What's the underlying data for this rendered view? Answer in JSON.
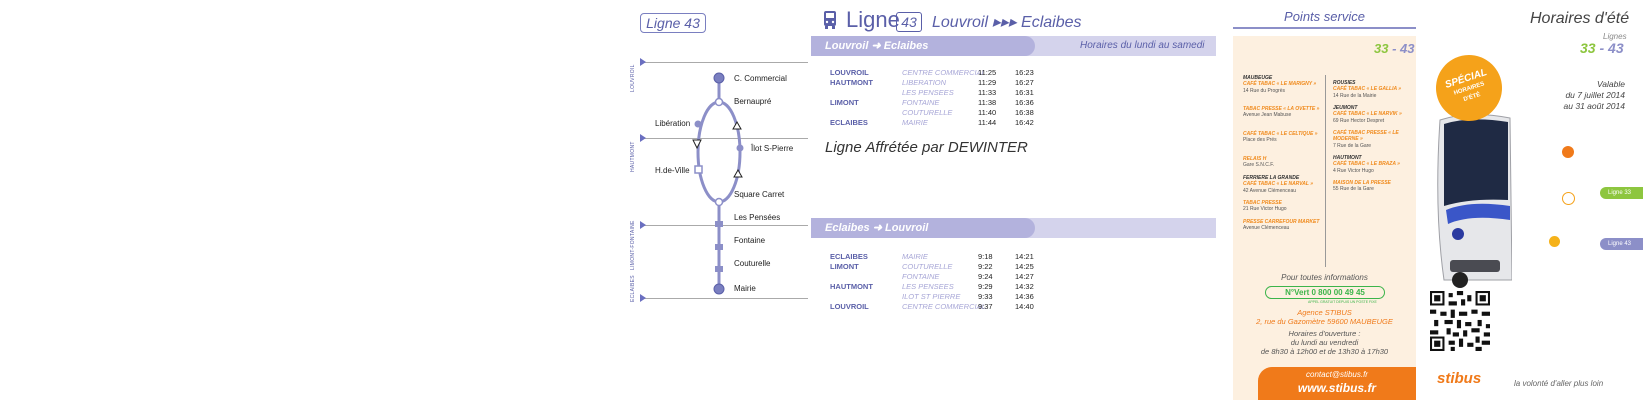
{
  "map": {
    "tag": "Ligne 43",
    "zones": [
      "LOUVROIL",
      "HAUTMONT",
      "LIMONT-FONTAINE",
      "ECLAIBES"
    ],
    "stops": [
      "C. Commercial",
      "Bernaupré",
      "Libération",
      "Îlot S-Pierre",
      "H.de-Ville",
      "Square Carret",
      "Les Pensées",
      "Fontaine",
      "Couturelle",
      "Mairie"
    ]
  },
  "timetable": {
    "title": "Ligne",
    "line_num": "43",
    "route": "Louvroil ▸▸▸ Eclaibes",
    "days": "Horaires du lundi au samedi",
    "dir1": "Louvroil ➜ Eclaibes",
    "dir2": "Eclaibes ➜ Louvroil",
    "affretee": "Ligne Affrétée par DEWINTER",
    "rows1": [
      {
        "town": "LOUVROIL",
        "stop": "CENTRE COMMERCIAL",
        "t1": "11:25",
        "t2": "16:23"
      },
      {
        "town": "HAUTMONT",
        "stop": "LIBERATION",
        "t1": "11:29",
        "t2": "16:27"
      },
      {
        "town": "",
        "stop": "LES PENSEES",
        "t1": "11:33",
        "t2": "16:31"
      },
      {
        "town": "LIMONT",
        "stop": "FONTAINE",
        "t1": "11:38",
        "t2": "16:36"
      },
      {
        "town": "",
        "stop": "COUTURELLE",
        "t1": "11:40",
        "t2": "16:38"
      },
      {
        "town": "ECLAIBES",
        "stop": "MAIRIE",
        "t1": "11:44",
        "t2": "16:42"
      }
    ],
    "rows2": [
      {
        "town": "ECLAIBES",
        "stop": "MAIRIE",
        "t1": "9:18",
        "t2": "14:21"
      },
      {
        "town": "LIMONT",
        "stop": "COUTURELLE",
        "t1": "9:22",
        "t2": "14:25"
      },
      {
        "town": "",
        "stop": "FONTAINE",
        "t1": "9:24",
        "t2": "14:27"
      },
      {
        "town": "HAUTMONT",
        "stop": "LES PENSEES",
        "t1": "9:29",
        "t2": "14:32"
      },
      {
        "town": "",
        "stop": "ILOT ST PIERRE",
        "t1": "9:33",
        "t2": "14:36"
      },
      {
        "town": "LOUVROIL",
        "stop": "CENTRE COMMERCIAL",
        "t1": "9:37",
        "t2": "14:40"
      }
    ]
  },
  "points_service": {
    "title": "Points service",
    "lines_a": "33",
    "lines_sep": " - ",
    "lines_b": "43",
    "col1": [
      {
        "town": "MAUBEUGE",
        "org": "CAFÉ TABAC « LE MARIGNY »",
        "addr": "14 Rue du Progrès"
      },
      {
        "town": "",
        "org": "TABAC PRESSE « LA OVETTE »",
        "addr": "Avenue Jean Mabuse"
      },
      {
        "town": "",
        "org": "CAFÉ TABAC « LE CELTIQUE »",
        "addr": "Place des Prés"
      },
      {
        "town": "",
        "org": "RELAIS H",
        "addr": "Gare S.N.C.F."
      },
      {
        "town": "FERRIERE LA GRANDE",
        "org": "CAFÉ TABAC « LE NARVAL »",
        "addr": "42 Avenue Clémenceau"
      },
      {
        "town": "",
        "org": "TABAC PRESSE",
        "addr": "21 Rue Victor Hugo"
      },
      {
        "town": "",
        "org": "PRESSE CARREFOUR MARKET",
        "addr": "Avenue Clémenceau"
      }
    ],
    "col2": [
      {
        "town": "ROUSIES",
        "org": "CAFÉ TABAC « LE GALLIA »",
        "addr": "14 Rue de la Mairie"
      },
      {
        "town": "JEUMONT",
        "org": "CAFÉ TABAC « LE NARVIK »",
        "addr": "69 Rue Hector Despret"
      },
      {
        "town": "",
        "org": "CAFÉ TABAC PRESSE « LE MODERNE »",
        "addr": "7 Rue de la Gare"
      },
      {
        "town": "HAUTMONT",
        "org": "CAFÉ TABAC « LE BRAZA »",
        "addr": "4 Rue Victor Hugo"
      },
      {
        "town": "",
        "org": "MAISON DE LA PRESSE",
        "addr": "55 Rue de la Gare"
      }
    ],
    "info_title": "Pour toutes informations",
    "phone": "N°Vert  0 800 00 49 45",
    "phone_sub": "APPEL GRATUIT DEPUIS UN POSTE FIXE",
    "agency": "Agence STIBUS",
    "address": "2, rue du Gazomètre 59600 MAUBEUGE",
    "hours_title": "Horaires d'ouverture :",
    "hours_days": "du lundi au vendredi",
    "hours_times": "de 8h30 à 12h00 et de 13h30 à 17h30",
    "contact": "contact@stibus.fr",
    "web": "www.stibus.fr"
  },
  "cover": {
    "title": "Horaires d'été",
    "lignes": "Lignes",
    "nums_a": "33",
    "nums_b": "43",
    "valid1": "Valable",
    "valid2": "du 7 juillet 2014",
    "valid3": "au 31 août 2014",
    "special1": "SPÉCIAL",
    "special2": "HORAIRES",
    "special3": "D'ÉTÉ",
    "tab33": "Ligne 33",
    "tab43": "Ligne 43",
    "brand": "stibus",
    "slogan": "la volonté d'aller plus loin",
    "colors": {
      "orange": "#f07a1a",
      "green": "#8dc63f",
      "purple": "#5a5fa8"
    }
  }
}
